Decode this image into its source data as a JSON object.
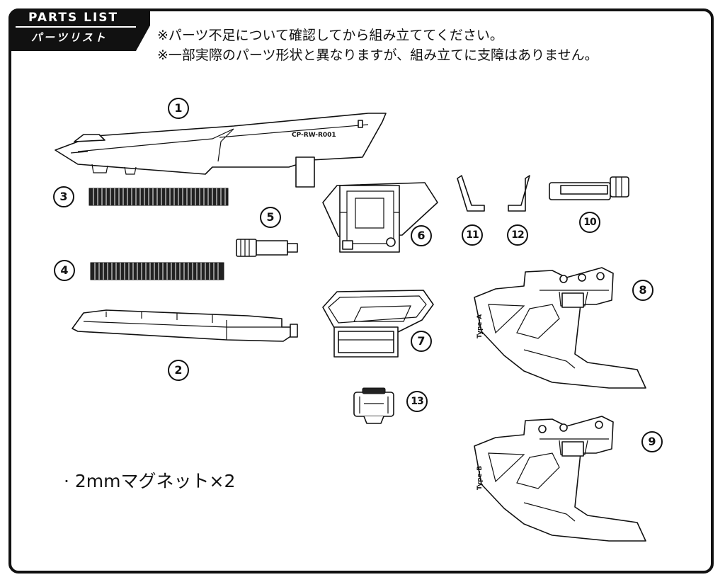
{
  "header": {
    "title": "PARTS LIST",
    "subtitle": "パーツリスト"
  },
  "notes": {
    "line1": "※パーツ不足について確認してから組み立ててください。",
    "line2": "※一部実際のパーツ形状と異なりますが、組み立てに支障はありません。"
  },
  "parts": {
    "p1": "1",
    "p2": "2",
    "p3": "3",
    "p4": "4",
    "p5": "5",
    "p6": "6",
    "p7": "7",
    "p8": "8",
    "p9": "9",
    "p10": "10",
    "p11": "11",
    "p12": "12",
    "p13": "13"
  },
  "part_markings": {
    "p1_model": "CP-RW-R001",
    "p8_type": "Type-A",
    "p9_type": "Type-B"
  },
  "accessory": "· 2mmマグネット×2"
}
